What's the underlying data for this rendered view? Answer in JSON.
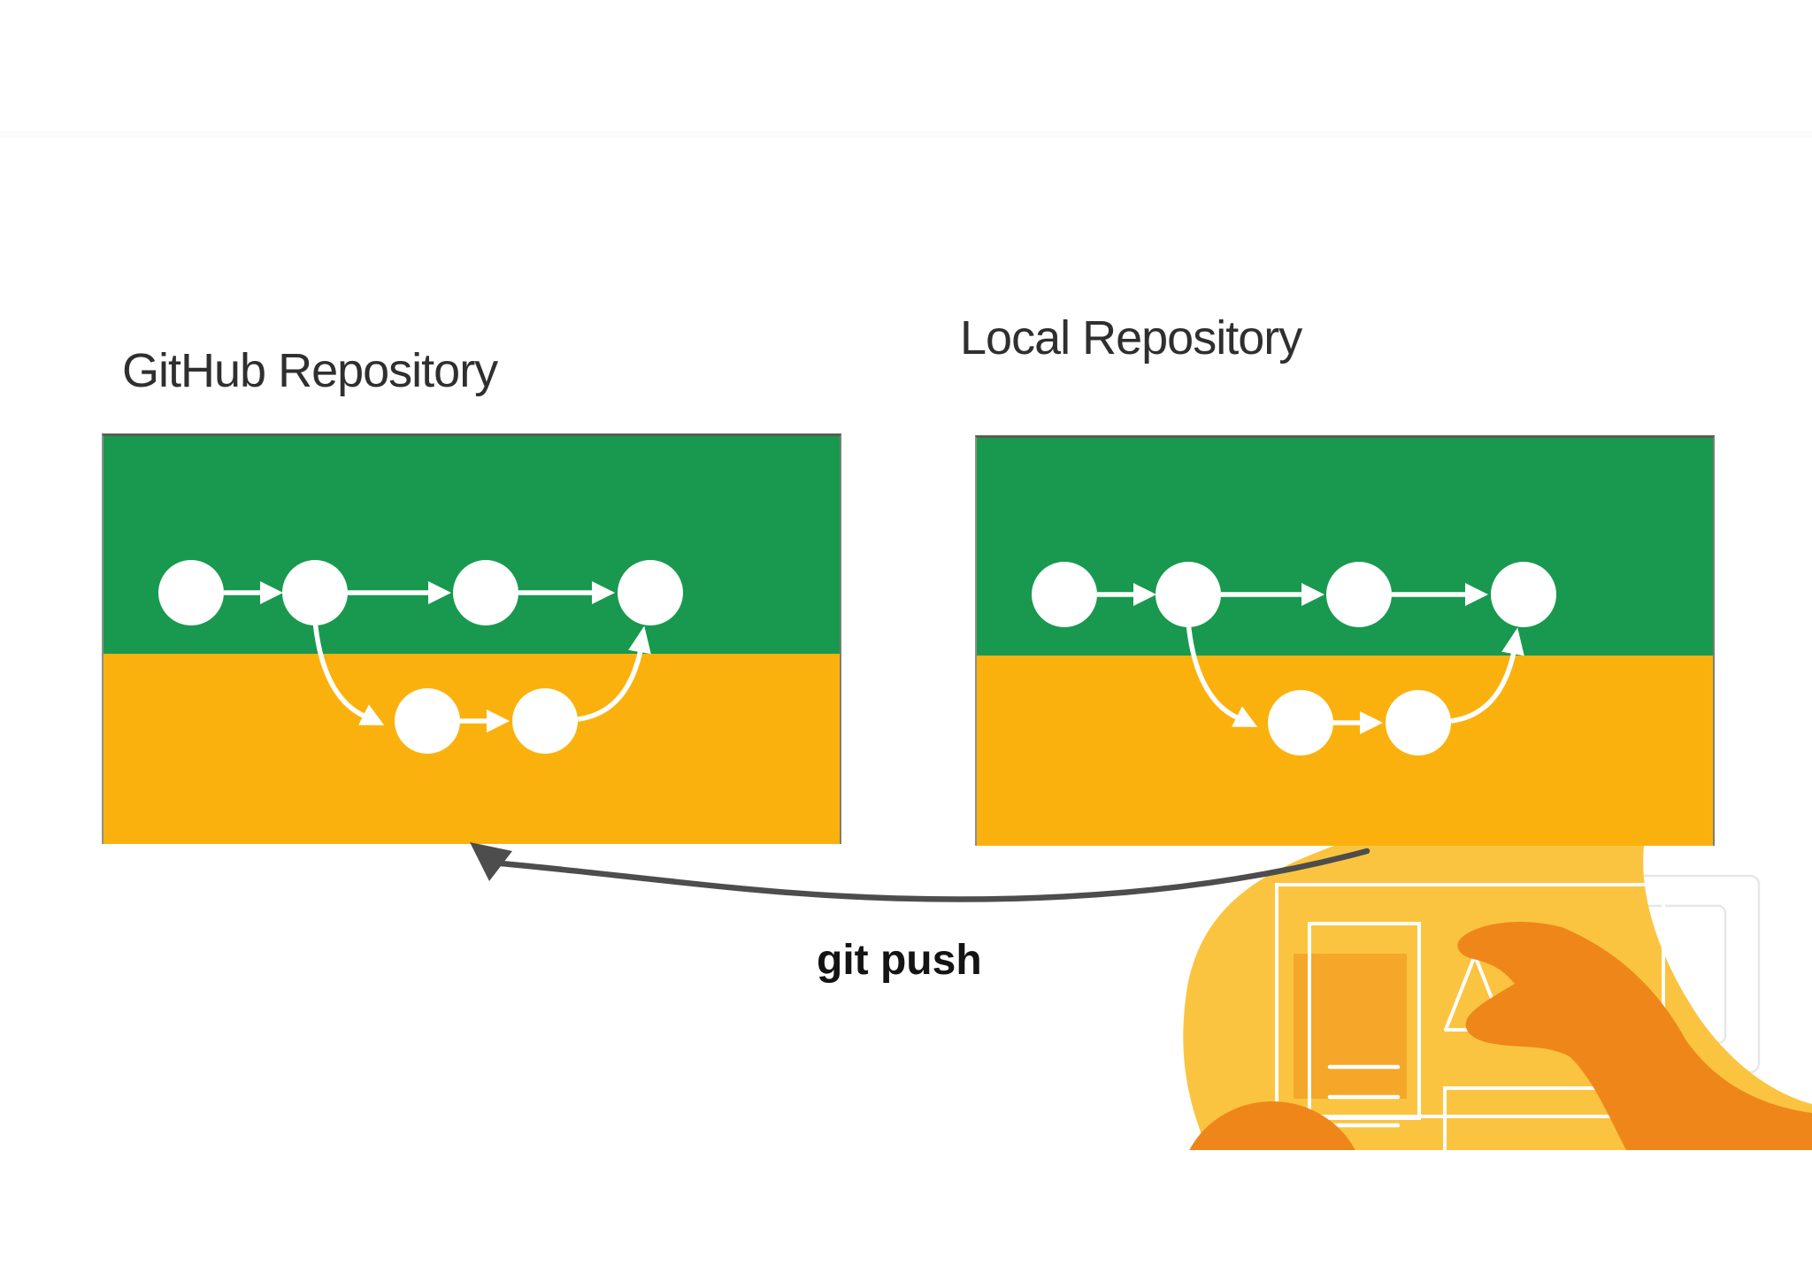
{
  "diagram": {
    "left_repo": {
      "title": "GitHub Repository"
    },
    "right_repo": {
      "title": "Local Repository"
    },
    "push_arrow": {
      "label": "git push"
    },
    "commit_graph": {
      "main_branch_commits": 4,
      "feature_branch_commits": 2,
      "flow": "main: c1 -> c2 -> c3 -> c4; branch: c2 -> b1 -> b2 -> merges into c4"
    }
  },
  "colors": {
    "page_bg": "#ffffff",
    "branch_green": "#18994f",
    "master_yellow": "#fbb10d",
    "commit_node": "#ffffff",
    "arrow_dark": "#4d4d4d",
    "title_text": "#2f2f2f",
    "label_text": "#141414",
    "blob_yellow": "#fbc440",
    "hand_orange": "#ef861a",
    "doc_orange": "#f5a72a",
    "ghost_outline": "#e7e7e7"
  }
}
